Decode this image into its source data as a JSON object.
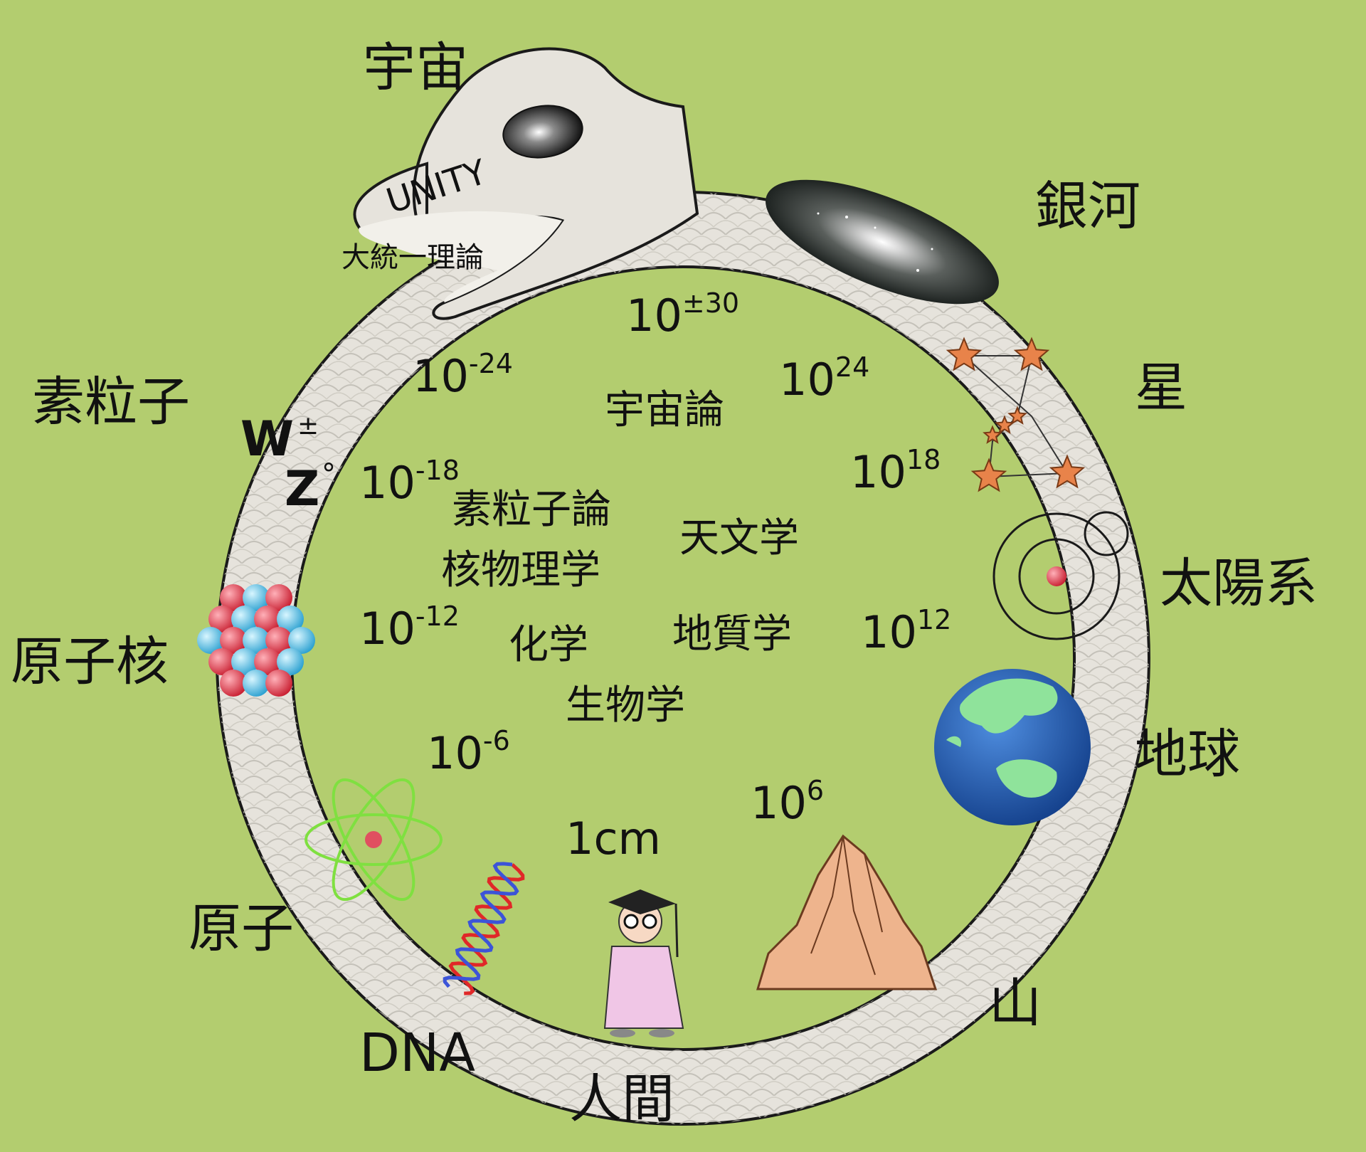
{
  "colors": {
    "background": "#b3cd6f",
    "snake_body": "#e6e3dc",
    "snake_scales": "#b9b6ad",
    "outline": "#1a1a1a",
    "star_fill": "#e8834a",
    "planet_red": "#e02020",
    "earth_ocean": "#1f5fb8",
    "earth_land": "#8fe39b",
    "mountain": "#eeb48d",
    "dna_red": "#e02828",
    "dna_blue": "#3c54d8",
    "atom_green": "#7fe040",
    "nucleon_red": "#e84050",
    "nucleon_blue": "#58c2e8",
    "scientist_robe": "#f0c6e6"
  },
  "head": {
    "unity_text": "UNITY",
    "gut_text": "大統一理論"
  },
  "outer_labels": {
    "cosmos": "宇宙",
    "galaxy": "銀河",
    "star": "星",
    "solar_system": "太陽系",
    "earth": "地球",
    "mountain": "山",
    "human": "人間",
    "dna": "DNA",
    "atom": "原子",
    "nucleus": "原子核",
    "particle": "素粒子"
  },
  "bosons": {
    "w": "W",
    "w_sup": "±",
    "z": "Z",
    "z_sup": "°"
  },
  "scales": [
    {
      "base": "10",
      "exp": "±30"
    },
    {
      "base": "10",
      "exp": "-24"
    },
    {
      "base": "10",
      "exp": "24"
    },
    {
      "base": "10",
      "exp": "-18"
    },
    {
      "base": "10",
      "exp": "18"
    },
    {
      "base": "10",
      "exp": "-12"
    },
    {
      "base": "10",
      "exp": "12"
    },
    {
      "base": "10",
      "exp": "-6"
    },
    {
      "base": "10",
      "exp": "6"
    }
  ],
  "scale_center": "1cm",
  "fields": {
    "cosmology": "宇宙論",
    "particle_physics": "素粒子論",
    "nuclear_physics": "核物理学",
    "astronomy": "天文学",
    "chemistry": "化学",
    "geology": "地質学",
    "biology": "生物学"
  },
  "icons": [
    "galaxy-icon",
    "constellation-icon",
    "solar-system-icon",
    "earth-icon",
    "mountain-icon",
    "scientist-icon",
    "dna-icon",
    "atom-icon",
    "nucleus-icon",
    "black-hole-icon"
  ]
}
